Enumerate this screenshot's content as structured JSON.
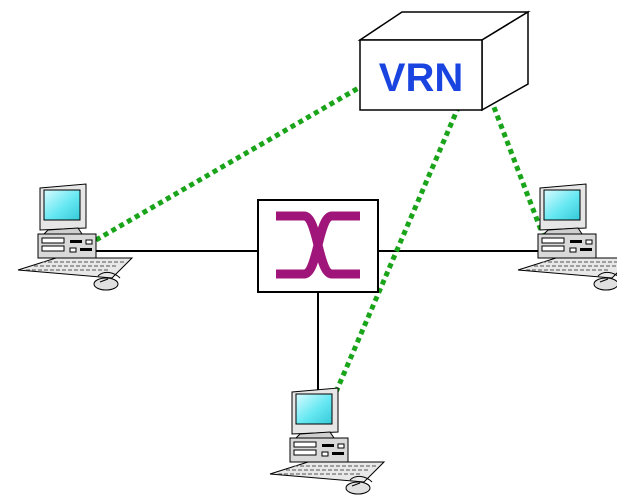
{
  "server": {
    "label": "VRN",
    "label_color": "#1a44e0",
    "icon": "server-box-icon"
  },
  "switch": {
    "icon": "crossbar-switch-icon",
    "symbol_color": "#a0157a"
  },
  "computers": [
    {
      "id": "left",
      "icon": "desktop-computer-icon"
    },
    {
      "id": "right",
      "icon": "desktop-computer-icon"
    },
    {
      "id": "bottom",
      "icon": "desktop-computer-icon"
    }
  ],
  "links": {
    "physical_color": "#000000",
    "virtual_color": "#19a419",
    "virtual_style": "dotted"
  },
  "colors": {
    "screen": "#66e8f2",
    "screen_highlight": "#d8fbff"
  }
}
